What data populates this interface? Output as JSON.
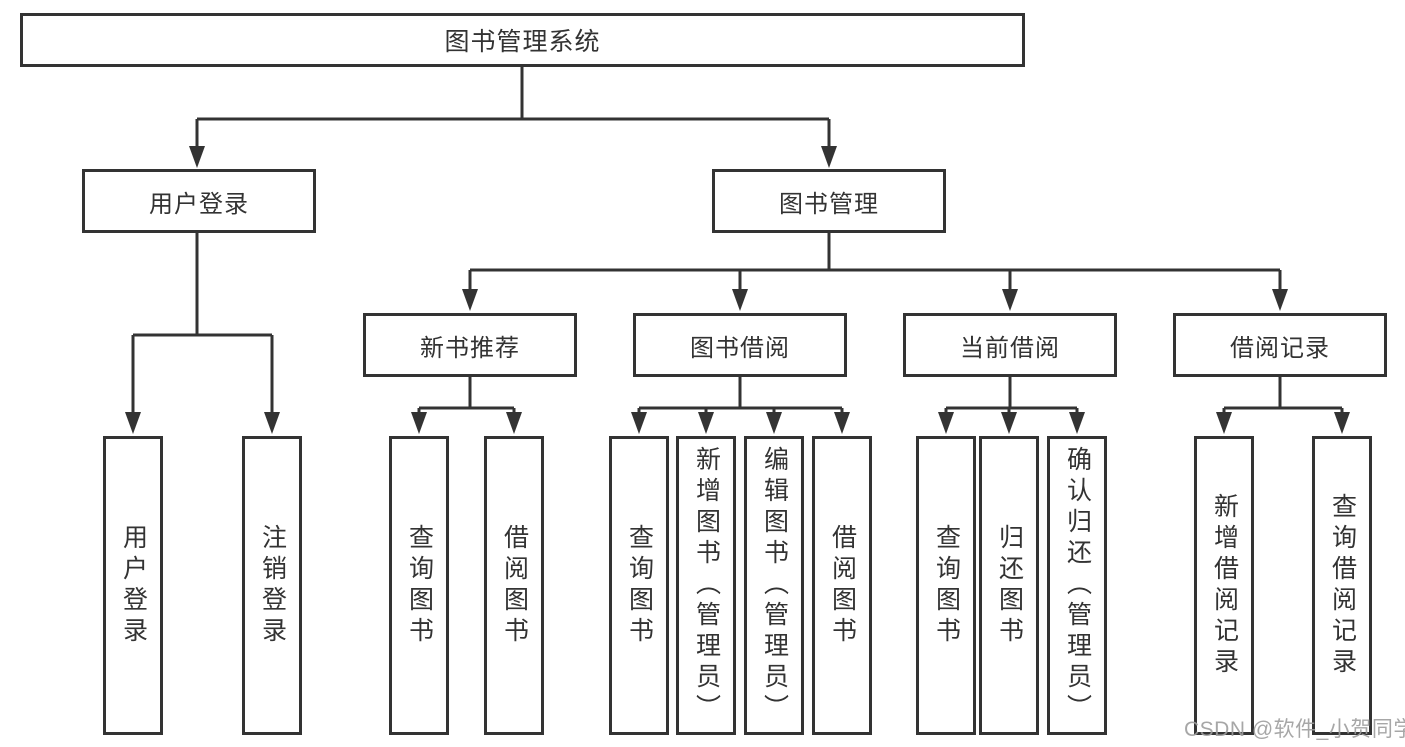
{
  "diagram": {
    "root": {
      "label": "图书管理系统"
    },
    "level2": [
      {
        "id": "user-login",
        "label": "用户登录"
      },
      {
        "id": "book-management",
        "label": "图书管理"
      }
    ],
    "level3": [
      {
        "id": "new-book-recommend",
        "label": "新书推荐",
        "parent": "图书管理"
      },
      {
        "id": "book-borrowing",
        "label": "图书借阅",
        "parent": "图书管理"
      },
      {
        "id": "current-borrowing",
        "label": "当前借阅",
        "parent": "图书管理"
      },
      {
        "id": "borrowing-records",
        "label": "借阅记录",
        "parent": "图书管理"
      }
    ],
    "leaves": [
      {
        "id": "user-login-leaf",
        "label": "用户登录",
        "parent": "用户登录"
      },
      {
        "id": "logout",
        "label": "注销登录",
        "parent": "用户登录"
      },
      {
        "id": "query-books-recommend",
        "label": "查询图书",
        "parent": "新书推荐"
      },
      {
        "id": "borrow-books-recommend",
        "label": "借阅图书",
        "parent": "新书推荐"
      },
      {
        "id": "query-books-borrowing",
        "label": "查询图书",
        "parent": "图书借阅"
      },
      {
        "id": "add-books-admin",
        "label": "新增图书（管理员）",
        "parent": "图书借阅"
      },
      {
        "id": "edit-books-admin",
        "label": "编辑图书（管理员）",
        "parent": "图书借阅"
      },
      {
        "id": "borrow-books-borrowing",
        "label": "借阅图书",
        "parent": "图书借阅"
      },
      {
        "id": "query-books-current",
        "label": "查询图书",
        "parent": "当前借阅"
      },
      {
        "id": "return-books",
        "label": "归还图书",
        "parent": "当前借阅"
      },
      {
        "id": "confirm-return-admin",
        "label": "确认归还（管理员）",
        "parent": "当前借阅"
      },
      {
        "id": "add-borrow-record",
        "label": "新增借阅记录",
        "parent": "借阅记录"
      },
      {
        "id": "query-borrow-record",
        "label": "查询借阅记录",
        "parent": "借阅记录"
      }
    ]
  },
  "watermark": {
    "text": "CSDN @软件_小贺同学"
  },
  "colors": {
    "line": "#333333",
    "border": "#333333",
    "text": "#333333",
    "background": "#ffffff",
    "watermark": "#9e9e9e"
  }
}
